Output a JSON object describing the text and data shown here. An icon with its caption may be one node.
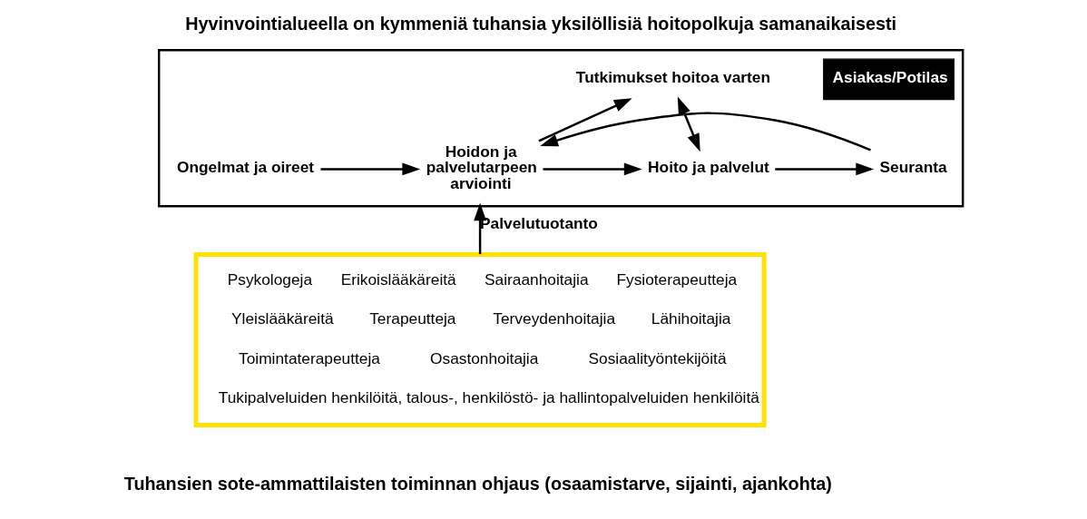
{
  "diagram": {
    "title": "Hyvinvointialueella on kymmeniä tuhansia yksilöllisiä hoitopolkuja samanaikaisesti",
    "caption": "Tuhansien sote-ammattilaisten toiminnan ohjaus (osaamistarve, sijainti, ajankohta)",
    "nodes": [
      {
        "text": [],
        "shape": "box"
      },
      {
        "text": [
          "Asiakas/Potilas"
        ],
        "in": 0
      },
      {
        "text": [
          "Tutkimukset hoitoa varten"
        ],
        "in": 0
      },
      {
        "text": [
          "Ongelmat ja oireet"
        ],
        "in": 0
      },
      {
        "text": [
          "Hoidon ja palvelutarpeen arviointi"
        ],
        "in": 0
      },
      {
        "text": [
          "Hoito ja palvelut"
        ],
        "in": 0
      },
      {
        "text": [
          "Seuranta"
        ],
        "in": 0
      },
      {
        "text": [
          "Psykologeja",
          "Erikoislääkäreitä",
          "Sairaanhoitajia",
          "Fysioterapeutteja",
          "Yleislääkäreitä",
          "Terapeutteja",
          "Terveydenhoitajia",
          "Lähihoitajia",
          "Toimintaterapeutteja",
          "Osastonhoitajia",
          "Sosiaalityöntekijöitä",
          "Tukipalveluiden henkilöitä, talous-, henkilöstö- ja hallintopalveluiden henkilöitä"
        ]
      }
    ],
    "edges": [
      {
        "from": 3,
        "to": 4,
        "arrow": "to"
      },
      {
        "from": 4,
        "to": 2,
        "arrow": "to"
      },
      {
        "from": 4,
        "to": 5,
        "arrow": "to"
      },
      {
        "from": 2,
        "to": 5,
        "arrow": "both"
      },
      {
        "from": 5,
        "to": 6,
        "arrow": "to"
      },
      {
        "from": 6,
        "to": 4,
        "arrow": "to"
      },
      {
        "from": 7,
        "to": 0,
        "arrow": "to",
        "label": "Palvelutuotanto"
      }
    ]
  }
}
